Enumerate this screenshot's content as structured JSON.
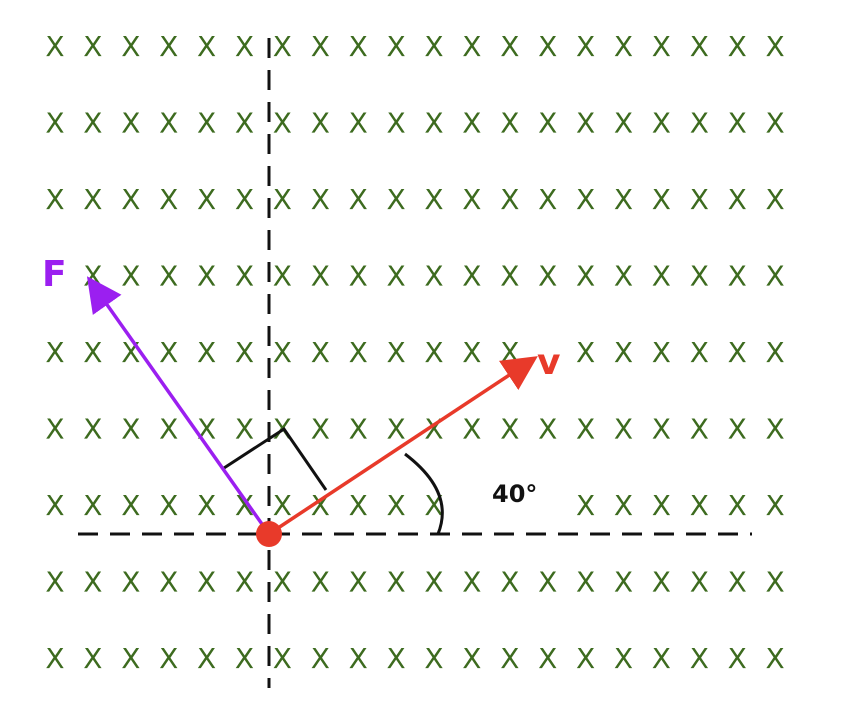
{
  "diagram": {
    "field_symbol": "X",
    "field_grid": {
      "rows": 9,
      "cols": 20,
      "color": "#3d6b1f"
    },
    "force_label": "F",
    "velocity_label": "v",
    "angle_label": "40°",
    "angle_degrees": 40,
    "colors": {
      "force": "#9b1ff0",
      "velocity": "#e83a2a",
      "charge": "#e83a2a",
      "axes": "#111111"
    }
  }
}
